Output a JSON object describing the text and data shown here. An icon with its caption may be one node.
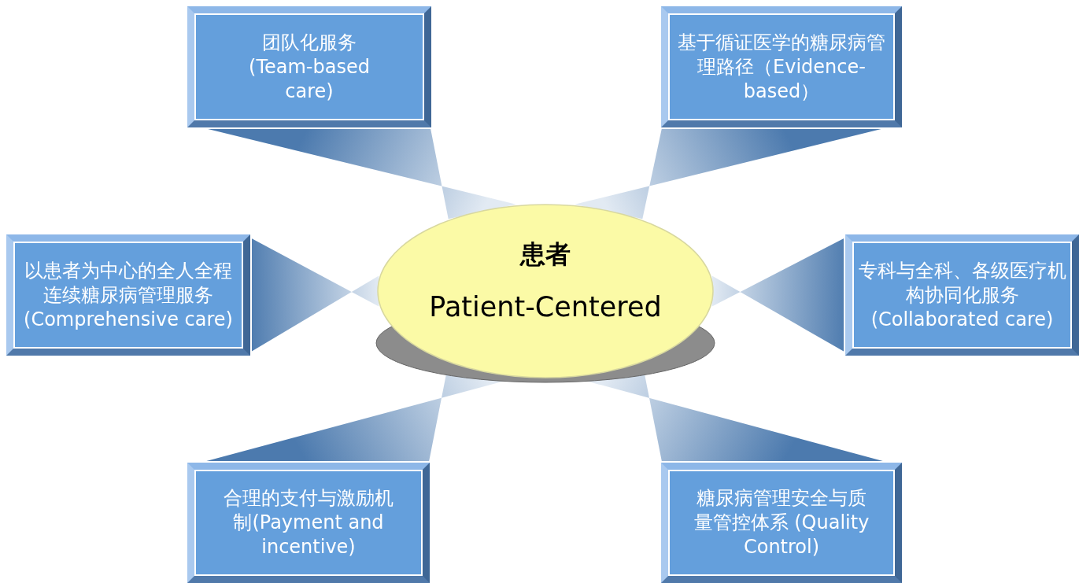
{
  "diagram": {
    "nodes": [
      {
        "text": [
          "团队化服务 (Team-based care)"
        ]
      },
      {
        "text": [
          "基于循证医学的糖尿病管理路径（Evidence-based）"
        ]
      },
      {
        "text": [
          "以患者为中心的全人全程连续糖尿病管理服务 (Comprehensive care)"
        ]
      },
      {
        "text": [
          "患者",
          "Patient-Centered"
        ]
      },
      {
        "text": [
          "专科与全科、各级医疗机构协同化服务 (Collaborated care)"
        ]
      },
      {
        "text": [
          "合理的支付与激励机制(Payment and incentive)"
        ]
      },
      {
        "text": [
          "糖尿病管理安全与质量管控体系 (Quality Control)"
        ]
      }
    ],
    "edges": [
      {
        "from": 3,
        "to": 0,
        "arrow": "none"
      },
      {
        "from": 3,
        "to": 1,
        "arrow": "none"
      },
      {
        "from": 3,
        "to": 2,
        "arrow": "none"
      },
      {
        "from": 3,
        "to": 4,
        "arrow": "none"
      },
      {
        "from": 3,
        "to": 5,
        "arrow": "none"
      },
      {
        "from": 3,
        "to": 6,
        "arrow": "none"
      }
    ]
  }
}
